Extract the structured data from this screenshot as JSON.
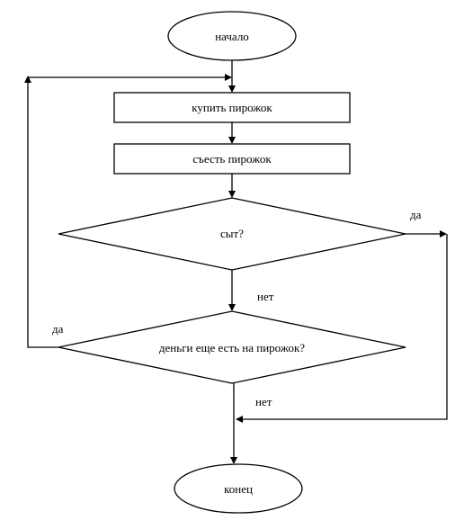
{
  "diagram": {
    "nodes": {
      "start": "начало",
      "buy": "купить пирожок",
      "eat": "съесть пирожок",
      "full_question": "сыт?",
      "money_question": "деньги еще есть на пирожок?",
      "end": "конец"
    },
    "edge_labels": {
      "full_yes": "да",
      "full_no": "нет",
      "money_yes": "да",
      "money_no": "нет"
    },
    "colors": {
      "stroke": "#000000",
      "background": "#ffffff"
    }
  }
}
